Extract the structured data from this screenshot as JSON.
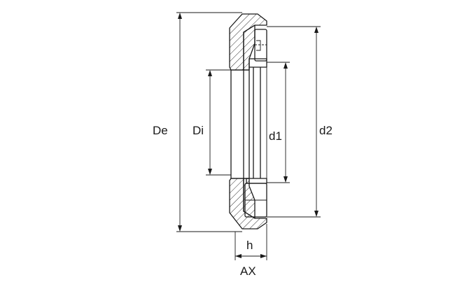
{
  "colors": {
    "line": "#1a1a1a",
    "background": "#ffffff"
  },
  "labels": {
    "de": "De",
    "di": "Di",
    "d1": "d1",
    "d2": "d2",
    "h": "h",
    "ax": "AX"
  }
}
